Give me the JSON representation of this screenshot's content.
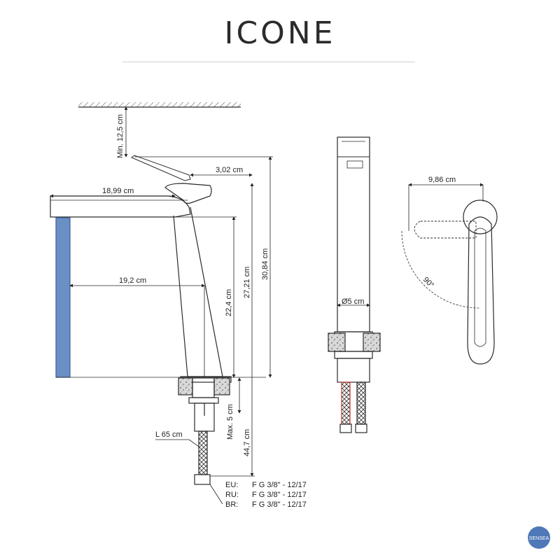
{
  "title": "ICONE",
  "dimensions": {
    "min_ceiling": "Min. 12,5 cm",
    "lever_offset": "3,02 cm",
    "spout_reach": "18,99 cm",
    "spout_to_center": "19,2 cm",
    "body_height": "22,4 cm",
    "total_height": "27,21 cm",
    "overall_height": "30,84 cm",
    "max_deck": "Max. 5 cm",
    "hose_below": "44,7 cm",
    "hose_length": "L 65 cm",
    "diameter": "Ø5 cm",
    "handle_reach": "9,86 cm",
    "rotation": "90°"
  },
  "connections": [
    {
      "region": "EU:",
      "thread": "F G 3/8\" - 12/17"
    },
    {
      "region": "RU:",
      "thread": "F G 3/8\" - 12/17"
    },
    {
      "region": "BR:",
      "thread": "F G 3/8\" - 12/17"
    }
  ],
  "brand": "SENSEA",
  "colors": {
    "line": "#2a2a2a",
    "water": "#6a8fc4",
    "water_edge": "#3f5f95",
    "granite": "#9a9a9a"
  }
}
